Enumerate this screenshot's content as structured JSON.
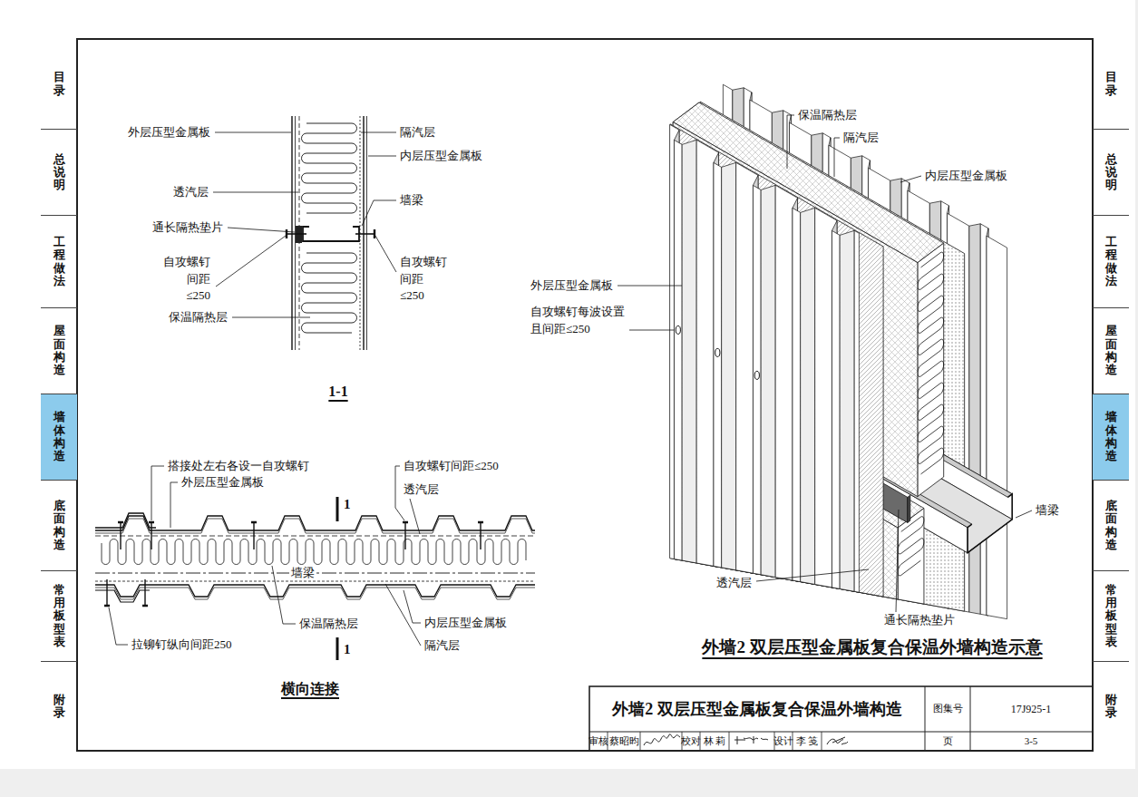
{
  "diagram": {
    "title": "外墙2 双层压型金属板复合保温外墙构造",
    "nodes": [
      {
        "text": [
          "目录"
        ]
      },
      {
        "text": [
          "总说明"
        ]
      },
      {
        "text": [
          "工程做法"
        ]
      },
      {
        "text": [
          "屋面构造"
        ]
      },
      {
        "text": [
          "墙体构造"
        ]
      },
      {
        "text": [
          "底面构造"
        ]
      },
      {
        "text": [
          "常用板型表"
        ]
      },
      {
        "text": [
          "附录"
        ]
      },
      {
        "text": [
          "目录"
        ]
      },
      {
        "text": [
          "总说明"
        ]
      },
      {
        "text": [
          "工程做法"
        ]
      },
      {
        "text": [
          "屋面构造"
        ]
      },
      {
        "text": [
          "墙体构造"
        ]
      },
      {
        "text": [
          "底面构造"
        ]
      },
      {
        "text": [
          "常用板型表"
        ]
      },
      {
        "text": [
          "附录"
        ]
      }
    ],
    "labels": [
      "外层压型金属板",
      "透汽层",
      "通长隔热垫片",
      "自攻螺钉 间距≤250",
      "保温隔热层",
      "隔汽层",
      "内层压型金属板",
      "墙梁",
      "自攻螺钉 间距≤250",
      "1-1",
      "搭接处左右各设一自攻螺钉",
      "自攻螺钉间距≤250",
      "外层压型金属板",
      "1",
      "透汽层",
      "墙梁",
      "保温隔热层",
      "内层压型金属板",
      "拉铆钉纵向间距250",
      "隔汽层",
      "1",
      "横向连接",
      "保温隔热层",
      "隔汽层",
      "内层压型金属板",
      "外层压型金属板",
      "自攻螺钉每波设置 且间距≤250",
      "墙梁",
      "透汽层",
      "通长隔热垫片",
      "外墙2 双层压型金属板复合保温外墙构造示意",
      "图集号",
      "17J925-1",
      "审核",
      "蔡昭昀",
      "校对",
      "林 莉",
      "设计",
      "李 笺",
      "页",
      "3-5"
    ]
  }
}
